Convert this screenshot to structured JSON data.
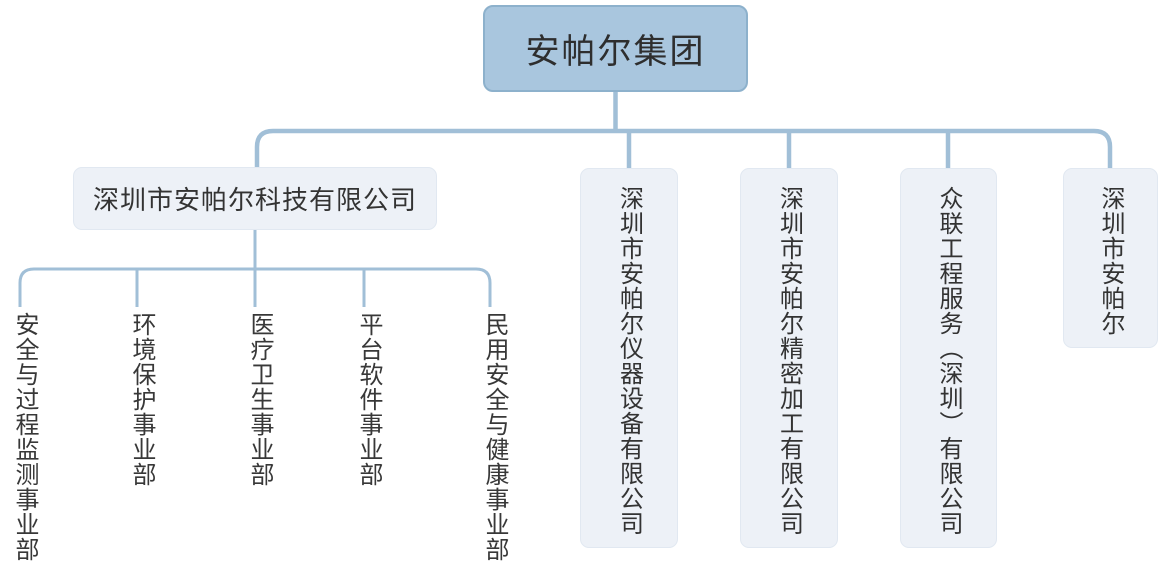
{
  "root": {
    "label": "安帕尔集团"
  },
  "companies": [
    {
      "label": "深圳市安帕尔科技有限公司",
      "departments": [
        {
          "label": "安全与过程监测事业部"
        },
        {
          "label": "环境保护事业部"
        },
        {
          "label": "医疗卫生事业部"
        },
        {
          "label": "平台软件事业部"
        },
        {
          "label": "民用安全与健康事业部"
        }
      ]
    },
    {
      "label": "深圳市安帕尔仪器设备有限公司"
    },
    {
      "label": "深圳市安帕尔精密加工有限公司"
    },
    {
      "label": "众联工程服务（深圳）有限公司"
    },
    {
      "label": "深圳市安帕尔"
    }
  ],
  "colors": {
    "background": "#ffffff",
    "root_fill": "#a9c6de",
    "root_border": "#8db1cc",
    "company_fill": "#edf1f7",
    "company_border": "#e1e8f1",
    "connector": "#a1bfd7",
    "text": "#333333"
  }
}
